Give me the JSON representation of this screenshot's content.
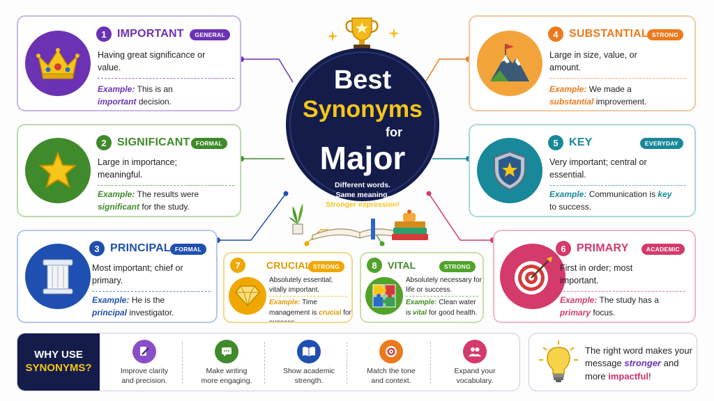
{
  "center": {
    "line1": "Best",
    "line2": "Synonyms",
    "line3": "for",
    "line4": "Major",
    "tag1": "Different words.",
    "tag2": "Same meaning.",
    "tag3": "Stronger expression!"
  },
  "colors": {
    "important": "#6b32b4",
    "significant": "#3f8a2a",
    "principal": "#1f4fb0",
    "substantial": "#ec7a1c",
    "key": "#18889a",
    "primary": "#d43a6a",
    "crucial": "#f0a800",
    "vital": "#52a22a",
    "navy": "#141c4a",
    "gold": "#f5c51a"
  },
  "cards": {
    "important": {
      "num": "1",
      "word": "IMPORTANT",
      "badge": "GENERAL",
      "def": "Having great significance or value.",
      "ex_label": "Example:",
      "ex_pre": "This is an",
      "ex_word": "important",
      "ex_post": "decision."
    },
    "significant": {
      "num": "2",
      "word": "SIGNIFICANT",
      "badge": "FORMAL",
      "def": "Large in importance; meaningful.",
      "ex_label": "Example:",
      "ex_pre": "The results were",
      "ex_word": "significant",
      "ex_post": "for the study."
    },
    "principal": {
      "num": "3",
      "word": "PRINCIPAL",
      "badge": "FORMAL",
      "def": "Most important; chief or primary.",
      "ex_label": "Example:",
      "ex_pre": "He is the",
      "ex_word": "principal",
      "ex_post": "investigator."
    },
    "substantial": {
      "num": "4",
      "word": "SUBSTANTIAL",
      "badge": "STRONG",
      "def": "Large in size, value, or amount.",
      "ex_label": "Example:",
      "ex_pre": "We made a",
      "ex_word": "substantial",
      "ex_post": "improvement."
    },
    "key": {
      "num": "5",
      "word": "KEY",
      "badge": "EVERYDAY",
      "def": "Very important; central or essential.",
      "ex_label": "Example:",
      "ex_pre": "Communication is",
      "ex_word": "key",
      "ex_post": "to success."
    },
    "primary": {
      "num": "6",
      "word": "PRIMARY",
      "badge": "ACADEMIC",
      "def": "First in order; most important.",
      "ex_label": "Example:",
      "ex_pre": "The study has a",
      "ex_word": "primary",
      "ex_post": "focus."
    },
    "crucial": {
      "num": "7",
      "word": "CRUCIAL",
      "badge": "STRONG",
      "def": "Absolutely essential; vitally important.",
      "ex_label": "Example:",
      "ex_pre": "Time management is",
      "ex_word": "crucial",
      "ex_post": "for success."
    },
    "vital": {
      "num": "8",
      "word": "VITAL",
      "badge": "STRONG",
      "def": "Absolutely necessary for life or success.",
      "ex_label": "Example:",
      "ex_pre": "Clean water is",
      "ex_word": "vital",
      "ex_post": "for good health."
    }
  },
  "why": {
    "line1": "WHY USE",
    "line2": "SYNONYMS?"
  },
  "benefits": [
    {
      "icon": "pen-icon",
      "text1": "Improve clarity",
      "text2": "and precision."
    },
    {
      "icon": "chat-icon",
      "text1": "Make writing",
      "text2": "more engaging."
    },
    {
      "icon": "book-icon",
      "text1": "Show academic",
      "text2": "strength."
    },
    {
      "icon": "target-icon",
      "text1": "Match the tone",
      "text2": "and context."
    },
    {
      "icon": "people-icon",
      "text1": "Expand your",
      "text2": "vocabulary."
    }
  ],
  "tip": {
    "pre": "The right word makes your message",
    "strong": "stronger",
    "mid": "and more",
    "impact": "impactful",
    "end": "!"
  }
}
